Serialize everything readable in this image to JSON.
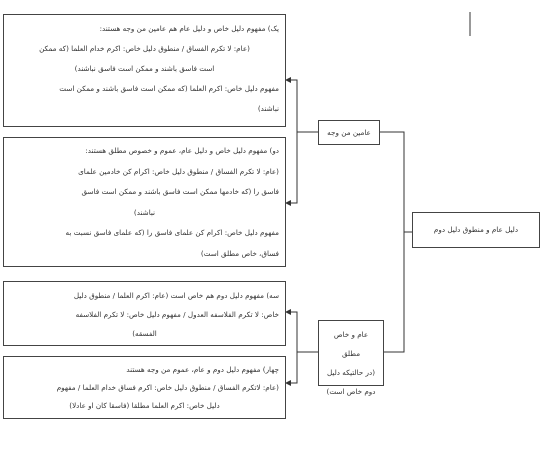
{
  "root": {
    "label": "دلیل عام و منطوق دلیل دوم"
  },
  "mid_top": {
    "label": "عامین من وجه"
  },
  "mid_bottom": {
    "lines": [
      "عام و خاص مطلق",
      "(در حالتیکه دلیل",
      "دوم خاص است)"
    ]
  },
  "leaf1": {
    "lines": [
      "یک) مفهوم دلیل خاص و دلیل عام هم عامین من وجه هستند:",
      "(عام: لا تکرم الفساق / منطوق دلیل خاص: اکرم خدام العلما (که ممکن",
      "است فاسق باشند و ممکن است فاسق نباشند)",
      "مفهوم دلیل خاص: اکرم العلما (که ممکن است فاسق باشند و ممکن است",
      "نباشند)"
    ]
  },
  "leaf2": {
    "lines": [
      "دو) مفهوم دلیل خاص و دلیل عام، عموم و خصوص مطلق هستند:",
      "(عام: لا تکرم الفساق / منطوق دلیل خاص: اکرام کن خادمین علمای",
      "فاسق را (که خادمها ممکن است فاسق باشند و ممکن است فاسق",
      "نباشند)",
      "مفهوم دلیل خاص: اکرام کن علمای فاسق را (که علمای فاسق نسبت به",
      "فساق، خاص مطلق است)"
    ]
  },
  "leaf3": {
    "lines": [
      "سه) مفهوم دلیل دوم هم خاص است (عام: اکرم العلما / منطوق دلیل",
      "خاص: لا تکرم الفلاسفه العدول / مفهوم دلیل خاص: لا تکرم الفلاسفه",
      "الفسقه)"
    ]
  },
  "leaf4": {
    "lines": [
      "چهار) مفهوم دلیل دوم و عام، عموم من وجه هستند",
      "(عام: لاتکرم الفساق / منطوق دلیل خاص: اکرم فساق خدام العلما / مفهوم",
      "دلیل خاص: اکرم العلما مطلقا (فاسقا کان او عادلا)"
    ]
  }
}
